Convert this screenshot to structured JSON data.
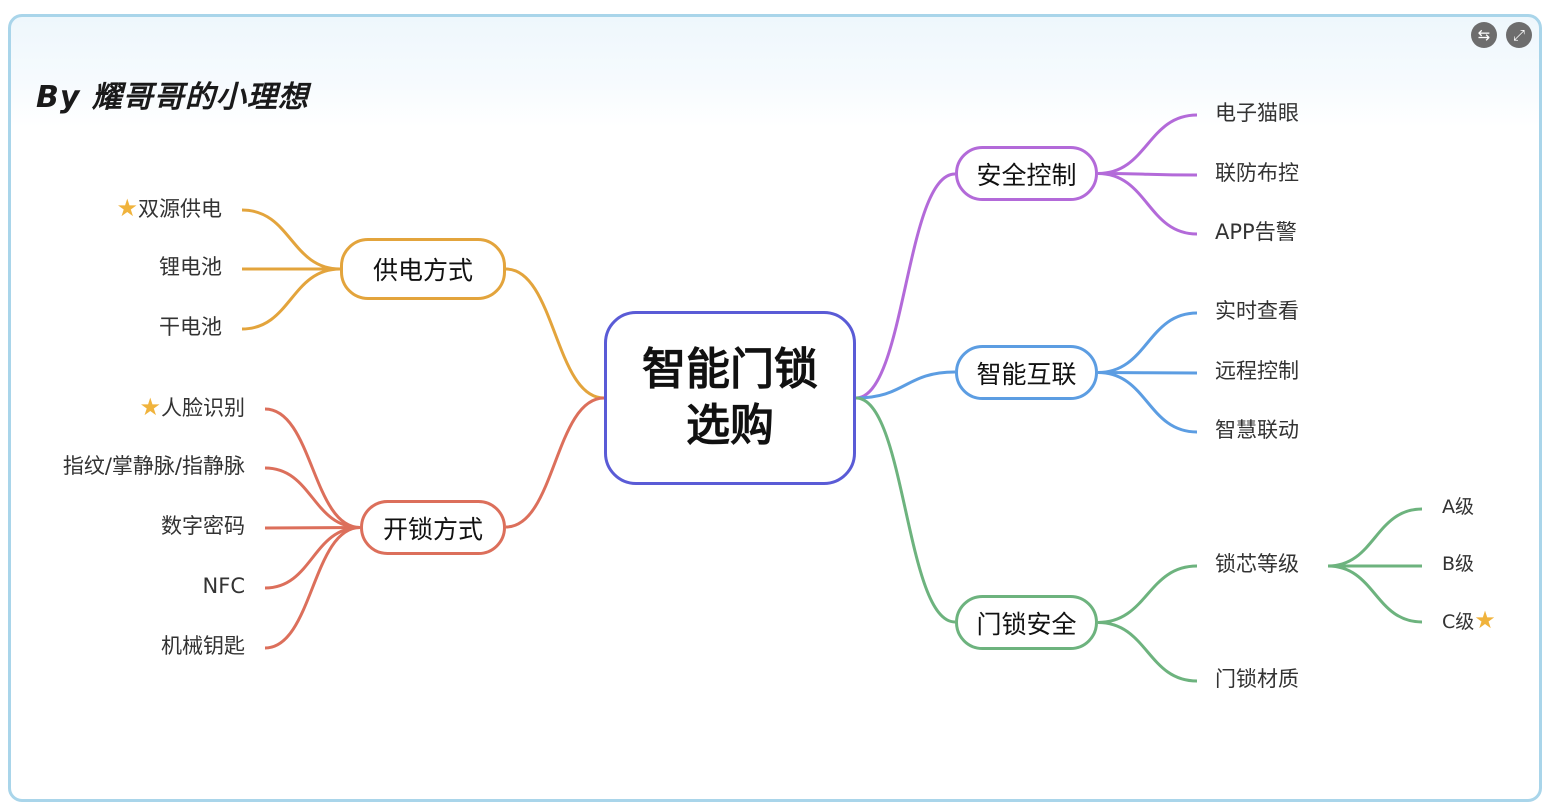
{
  "credit": "By  耀哥哥的小理想",
  "toolbar": {
    "swap_icon": "swap-icon",
    "expand_icon": "expand-icon"
  },
  "center": {
    "line1": "智能门锁",
    "line2": "选购",
    "color": "#5a5bd6"
  },
  "branches": {
    "power": {
      "label": "供电方式",
      "color": "#e3a43c",
      "leaves": [
        "双源供电",
        "锂电池",
        "干电池"
      ],
      "starred": [
        0
      ]
    },
    "unlock": {
      "label": "开锁方式",
      "color": "#dc6f5b",
      "leaves": [
        "人脸识别",
        "指纹/掌静脉/指静脉",
        "数字密码",
        "NFC",
        "机械钥匙"
      ],
      "starred": [
        0
      ]
    },
    "security": {
      "label": "安全控制",
      "color": "#b36ad9",
      "leaves": [
        "电子猫眼",
        "联防布控",
        "APP告警"
      ]
    },
    "smart": {
      "label": "智能互联",
      "color": "#5c9de2",
      "leaves": [
        "实时查看",
        "远程控制",
        "智慧联动"
      ]
    },
    "lock": {
      "label": "门锁安全",
      "color": "#6db37e",
      "leaves": [
        "锁芯等级",
        "门锁材质"
      ],
      "grade": {
        "leaves": [
          "A级",
          "B级",
          "C级"
        ],
        "starred": [
          2
        ]
      }
    }
  }
}
